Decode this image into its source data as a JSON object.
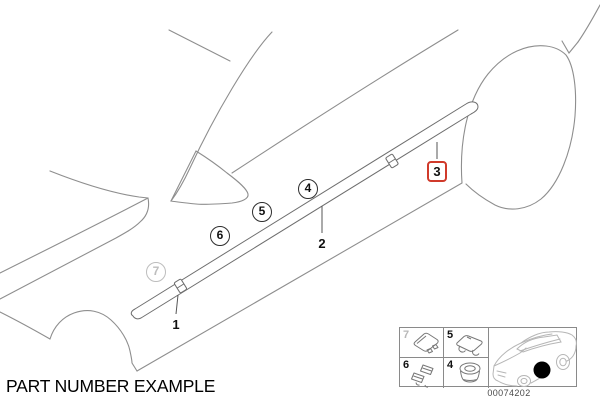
{
  "title": {
    "text": "PART NUMBER EXAMPLE"
  },
  "diagram": {
    "subject": "car-side-rocker-moulding-line-art",
    "callouts": {
      "c1": {
        "label": "1"
      },
      "c2": {
        "label": "2"
      },
      "c3": {
        "label": "3",
        "highlighted": true
      },
      "c4": {
        "label": "4"
      },
      "c5": {
        "label": "5"
      },
      "c6": {
        "label": "6"
      },
      "c7": {
        "label": "7",
        "muted": true
      }
    }
  },
  "inset": {
    "part_number_label": "00074202",
    "cells": [
      {
        "label": "7",
        "muted": true,
        "icon": "trim-cover-clip-icon"
      },
      {
        "label": "5",
        "muted": false,
        "icon": "retainer-clip-icon"
      },
      {
        "label": "6",
        "muted": false,
        "icon": "clip-pair-icon"
      },
      {
        "label": "4",
        "muted": false,
        "icon": "grommet-icon"
      }
    ],
    "thumbnail": {
      "icon": "car-location-thumbnail-icon",
      "marker": "part-location-dot"
    }
  },
  "colors": {
    "background": "#ffffff",
    "car_line": "#8e8e8e",
    "strip_line": "#6e6e6e",
    "leader_line": "#555555",
    "text_black": "#111111",
    "highlight_red": "#d03a2b",
    "muted_gray": "#b5b5b5",
    "inset_line": "#8a8a8a",
    "part_number_gray": "#4a4a4a"
  }
}
